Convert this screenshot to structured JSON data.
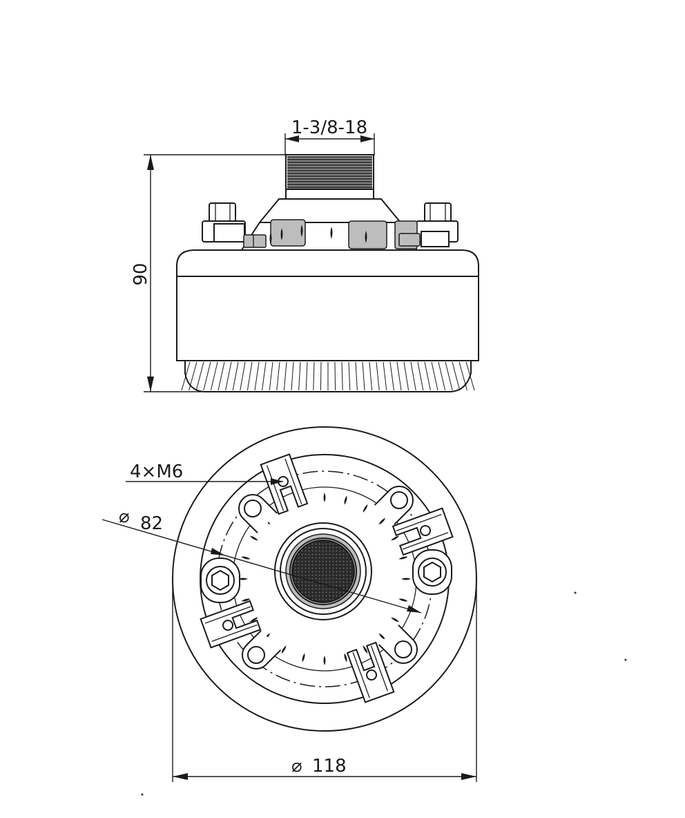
{
  "dimensions": {
    "thread": "1-3/8-18",
    "height": "90",
    "mounting_holes": "4×M6",
    "bolt_circle": "82",
    "outer_diameter": "118"
  },
  "symbols": {
    "diameter": "⌀"
  }
}
